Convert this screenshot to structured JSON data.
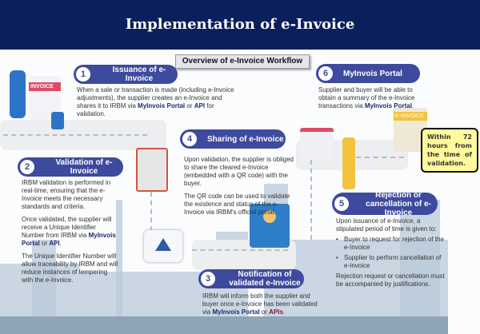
{
  "header": {
    "title": "Implementation of e-Invoice"
  },
  "overview_label": "Overview of e-Invoice Workflow",
  "steps": [
    {
      "num": "1",
      "title": "Issuance of e-Invoice",
      "text_a": "When a sale or transaction is made (including e-Invoice adjustments), the supplier creates an e-Invoice and shares it to IRBM via ",
      "bold1": "MyInvois Portal",
      "mid": " or ",
      "bold2": "API",
      "end": " for validation."
    },
    {
      "num": "2",
      "title": "Validation of e-Invoice",
      "p1": "IRBM validation is performed in real-time, ensuring that the e-Invoice meets the necessary standards and criteria.",
      "p2a": "Once validated, the supplier will receive a Unique Identifier Number from IRBM via ",
      "bold1": "MyInvois Portal",
      "mid": " or ",
      "bold2": "API",
      "end": ".",
      "p3": "The Unique Identifier Number will allow traceability by IRBM and will reduce instances of tempering with the e-Invoice."
    },
    {
      "num": "3",
      "title": "Notification of validated e-Invoice",
      "text_a": "IRBM will inform both the supplier and buyer once e-Invoice has been validated via ",
      "bold1": "MyInvois Portal",
      "mid": " or ",
      "bold2": "APIs",
      "end": "."
    },
    {
      "num": "4",
      "title": "Sharing of e-Invoice",
      "p1": "Upon validation, the supplier is obliged to share the cleared e-Invoice (embedded with a QR code) with the buyer.",
      "p2": "The QR code can be used to validate the existence and status of the e-Invoice via IRBM's official portal."
    },
    {
      "num": "5",
      "title": "Rejection or cancellation of e-Invoice",
      "p1": "Upon issuance of e-Invoice, a stipulated period of time is given to:",
      "bullets": [
        "Buyer to request for rejection of the e-Invoice",
        "Supplier to perform cancellation of e-Invoice"
      ],
      "p2": "Rejection request or cancellation must be accompanied by justifications."
    },
    {
      "num": "6",
      "title": "MyInvois Portal",
      "text_a": "Supplier and buyer will be able to obtain a summary of the e-Invoice transactions via ",
      "bold1": "MyInvois Portal",
      "end": "."
    }
  ],
  "callout": "Within 72 hours from the time of validation.",
  "illustrations": {
    "invoice_label": "INVOICE",
    "einvoice_label": "E-INVOICE"
  },
  "colors": {
    "header": "#0b1f5c",
    "pill": "#3e4a9e",
    "callout": "#fffa9c"
  }
}
